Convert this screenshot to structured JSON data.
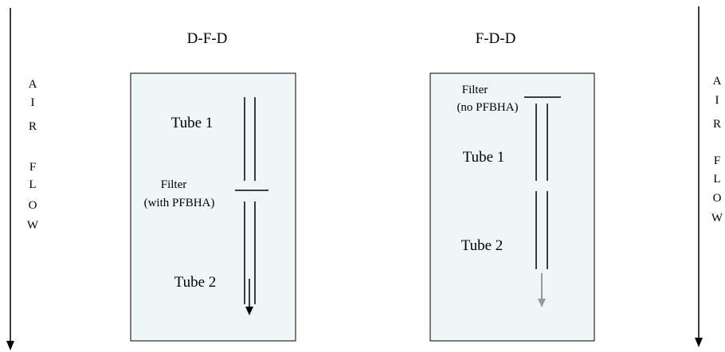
{
  "colors": {
    "panel_fill": "#eef6f7",
    "panel_stroke": "#000000",
    "line": "#000000",
    "arrow_gray": "#999999"
  },
  "airflow_left": {
    "letters": [
      "A",
      "I",
      "R",
      "F",
      "L",
      "O",
      "W"
    ]
  },
  "airflow_right": {
    "letters": [
      "A",
      "I",
      "R",
      "F",
      "L",
      "O",
      "W"
    ]
  },
  "dfd": {
    "title": "D-F-D",
    "tube1_label": "Tube 1",
    "filter_label_line1": "Filter",
    "filter_label_line2": "(with PFBHA)",
    "tube2_label": "Tube 2"
  },
  "fdd": {
    "title": "F-D-D",
    "filter_label_line1": "Filter",
    "filter_label_line2": "(no PFBHA)",
    "tube1_label": "Tube 1",
    "tube2_label": "Tube 2"
  }
}
